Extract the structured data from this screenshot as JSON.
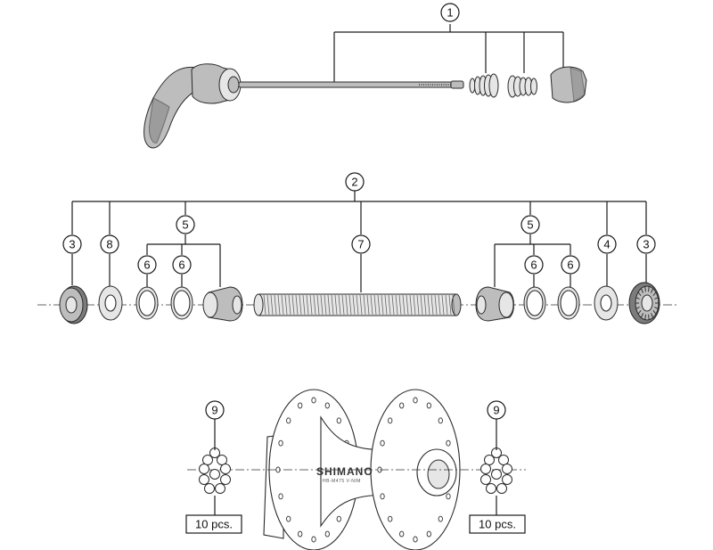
{
  "callouts": {
    "c1": "1",
    "c2": "2",
    "c3_left": "3",
    "c8": "8",
    "c5_left": "5",
    "c6_a": "6",
    "c6_b": "6",
    "c7": "7",
    "c5_right": "5",
    "c6_c": "6",
    "c6_d": "6",
    "c4": "4",
    "c3_right": "3",
    "c9_left": "9",
    "c9_right": "9"
  },
  "quantities": {
    "left": "10 pcs.",
    "right": "10 pcs."
  },
  "hub_markings": {
    "brand": "SHIMANO",
    "model": "HB-M475 V-NIM"
  },
  "colors": {
    "line": "#1a1a1a",
    "part_gray": "#bdbdbd",
    "part_dark": "#7c7c7c"
  }
}
